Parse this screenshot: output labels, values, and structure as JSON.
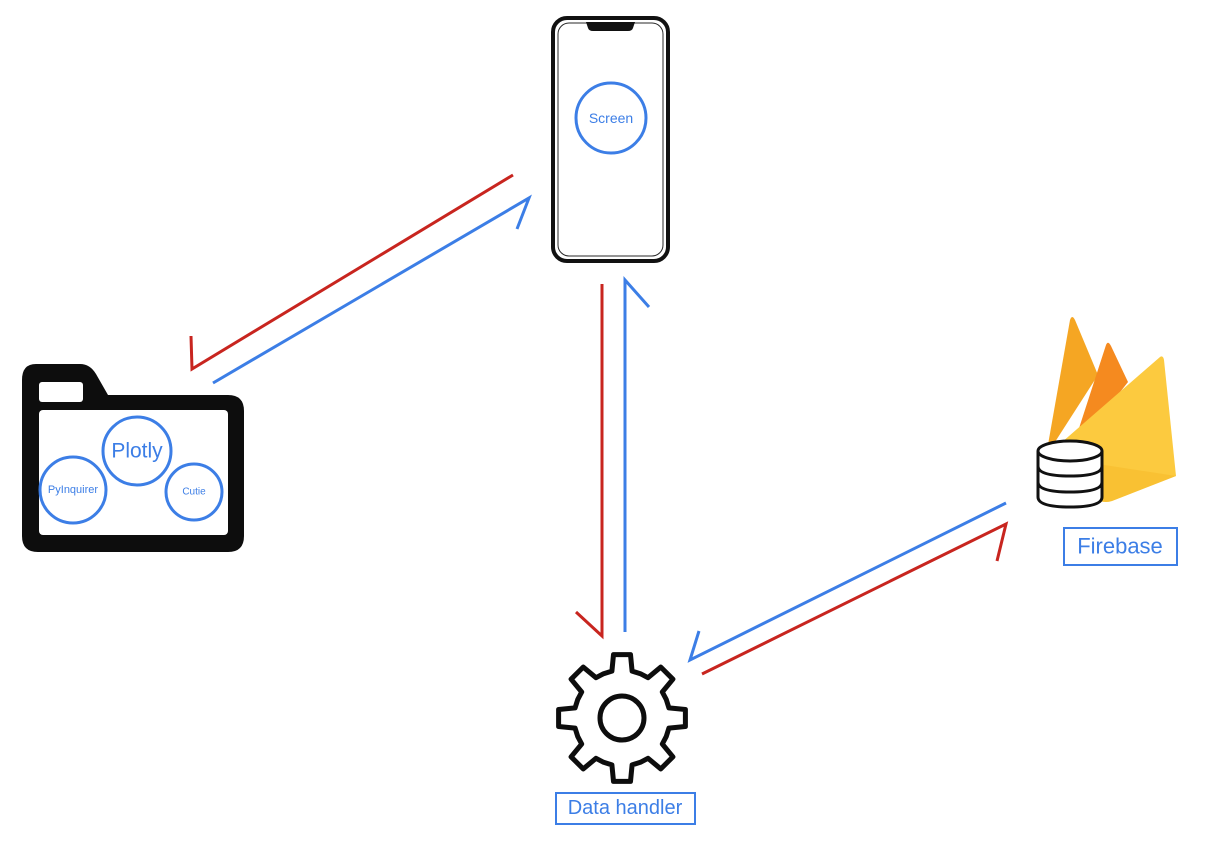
{
  "nodes": {
    "phone": {
      "screen_label": "Screen"
    },
    "libraries": {
      "items": [
        {
          "label": "Plotly"
        },
        {
          "label": "PyInquirer"
        },
        {
          "label": "Cutie"
        }
      ]
    },
    "data_handler": {
      "label": "Data handler"
    },
    "firebase": {
      "label": "Firebase"
    }
  },
  "colors": {
    "accent_blue": "#3c7ee6",
    "arrow_red": "#c8251f",
    "arrow_blue": "#3c7ee6",
    "icon_black": "#0d0d0d",
    "firebase_orange": "#f5a623",
    "firebase_yellow": "#fcca3f",
    "firebase_dark_orange": "#f58a1f"
  },
  "icons": {
    "phone": "smartphone-icon",
    "folder": "folder-icon",
    "gear": "gear-icon",
    "firebase": "firebase-flame-icon",
    "database": "database-icon"
  }
}
